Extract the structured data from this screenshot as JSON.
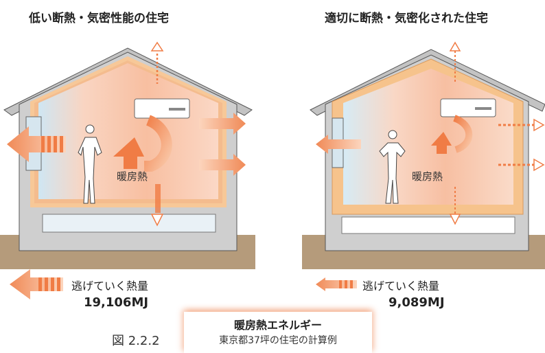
{
  "titles": {
    "left": "低い断熱・気密性能の住宅",
    "right": "適切に断熱・気密化された住宅"
  },
  "heat_label": "暖房熱",
  "escape_label": "逃げていく熱量",
  "left_amount": "19,106MJ",
  "right_amount": "9,089MJ",
  "figure_label": "図 2.2.2",
  "box": {
    "title": "暖房熱エネルギー",
    "subtitle": "東京都37坪の住宅の計算例"
  },
  "colors": {
    "heat": "#f07c45",
    "heat_light": "#fbd9c2",
    "insulation_thick": "#f6c38c",
    "wall": "#c9c9c9",
    "ground": "#b59b7b"
  }
}
